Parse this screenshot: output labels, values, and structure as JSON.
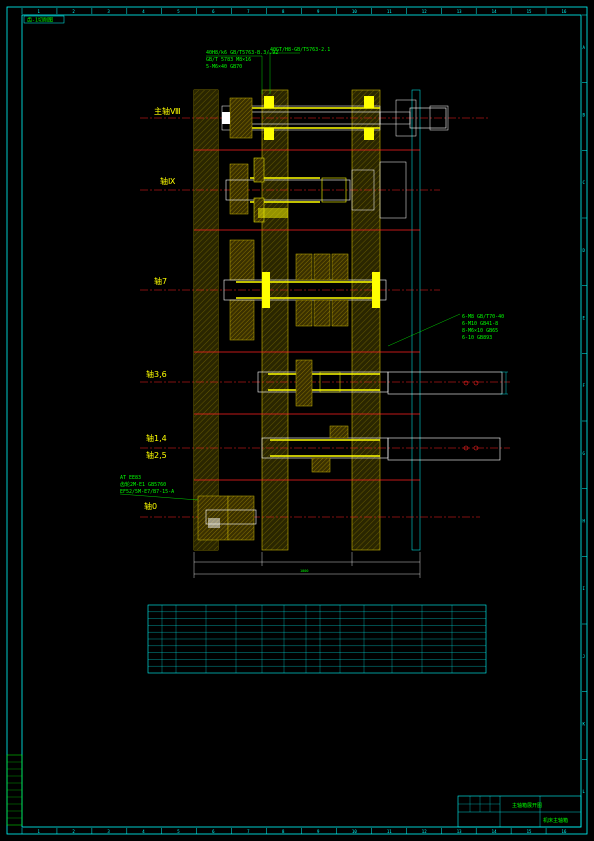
{
  "drawing": {
    "sheet_tag": "齿-1切削图",
    "title": "主轴箱展开图",
    "subtitle": "机床主轴箱",
    "colors": {
      "frame": "#00ffff",
      "centerline": "#ff2020",
      "shaft": "#ffff00",
      "gear": "#c8b400",
      "text": "#00ff00",
      "dims": "#ffffff"
    }
  },
  "border": {
    "col_numbers": [
      "1",
      "2",
      "3",
      "4",
      "5",
      "6",
      "7",
      "8",
      "9",
      "10",
      "11",
      "12",
      "13",
      "14",
      "15",
      "16"
    ],
    "row_letters": [
      "A",
      "B",
      "C",
      "D",
      "E",
      "F",
      "G",
      "H",
      "I",
      "J",
      "K",
      "L"
    ]
  },
  "shafts": [
    {
      "label": "主轴Ⅷ"
    },
    {
      "label": "轴Ⅸ"
    },
    {
      "label": "轴7"
    },
    {
      "label": "轴3,6"
    },
    {
      "label": "轴1,4"
    },
    {
      "label": "轴2,5"
    },
    {
      "label": "轴0"
    }
  ],
  "callouts": {
    "top_left": [
      "40H8/k6 GB/T5763-B.3/.92",
      "GB/T 5783 M8×16",
      "5-M6×40 GB70"
    ],
    "top_right": "40GT/H8-GB/T5763-2.1",
    "right": [
      "6-M8 GB/T70-40",
      "6-M10 GB41-8",
      "8-M6×10 GB65",
      "6-10 GB893"
    ],
    "left_bottom": [
      "AT   EE83",
      "齿轮2M-E1 GB5760",
      "EF52/5M-E7/B7-15-A"
    ]
  },
  "dimensions": {
    "span1": "...",
    "span2": "...",
    "total": "1000"
  }
}
